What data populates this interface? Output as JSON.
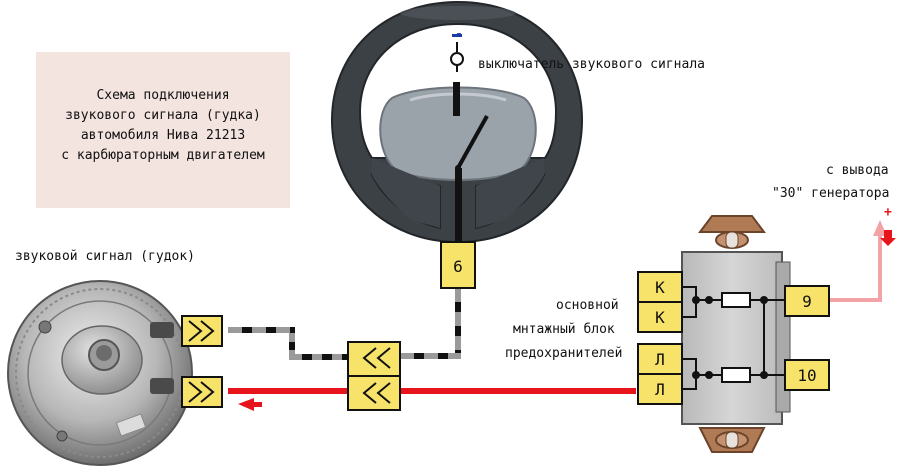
{
  "title_lines": [
    "Схема подключения",
    "звукового сигнала (гудка)",
    "автомобиля Нива 21213",
    "с карбюраторным двигателем"
  ],
  "labels": {
    "horn_switch": "выключатель звукового сигнала",
    "horn": "звуковой сигнал (гудок)",
    "generator_line1": "с вывода",
    "generator_line2": "\"30\" генератора",
    "fuse_block_line1": "основной",
    "fuse_block_line2": "мнтажный блок",
    "fuse_block_line3": "предохранителей",
    "switch_polarity": "-",
    "generator_polarity": "+"
  },
  "connectors": {
    "steering_pin": "6",
    "fuse_in_top_1": "К",
    "fuse_in_top_2": "К",
    "fuse_in_bottom_1": "Л",
    "fuse_in_bottom_2": "Л",
    "fuse_out_top": "9",
    "fuse_out_bottom": "10"
  },
  "colors": {
    "title_bg": "#f3e4df",
    "connector_fill": "#f7e36a",
    "wire_red": "#e8141c",
    "wire_pink": "#f3a3a6",
    "wire_black": "#111111",
    "wire_gray": "#9a9a9a",
    "fuse_block_body": "#c9c9c9"
  }
}
